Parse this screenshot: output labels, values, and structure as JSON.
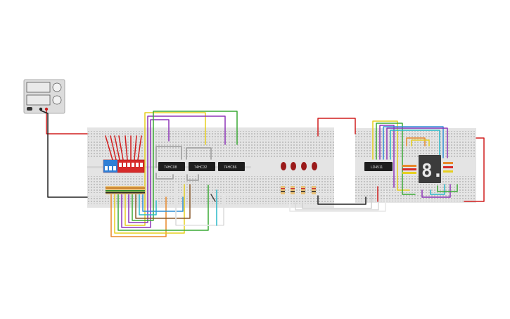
{
  "chips": {
    "chip1": "74HC08",
    "chip2": "74HC32",
    "chip3": "74HC86",
    "chip4": "LD4511"
  },
  "display": {
    "digit": "8."
  },
  "power_supply": {
    "display_top": "",
    "display_bottom": ""
  },
  "colors": {
    "breadboard": "#e4e4e4",
    "dip_switch": "#d62a2a",
    "dip_switch_alt": "#2f7fd6",
    "led": "#9b1b1b",
    "wire_red": "#d11f1f",
    "wire_black": "#222222",
    "wire_orange": "#e8882a",
    "wire_yellow": "#e6cf1f",
    "wire_green": "#3aaa35",
    "wire_purple": "#8d35b8",
    "wire_blue": "#2f8fd6",
    "wire_cyan": "#29b8c8",
    "wire_brown": "#8a5a2b",
    "wire_grey": "#9a9a9a",
    "wire_white": "#f4f4f4"
  }
}
